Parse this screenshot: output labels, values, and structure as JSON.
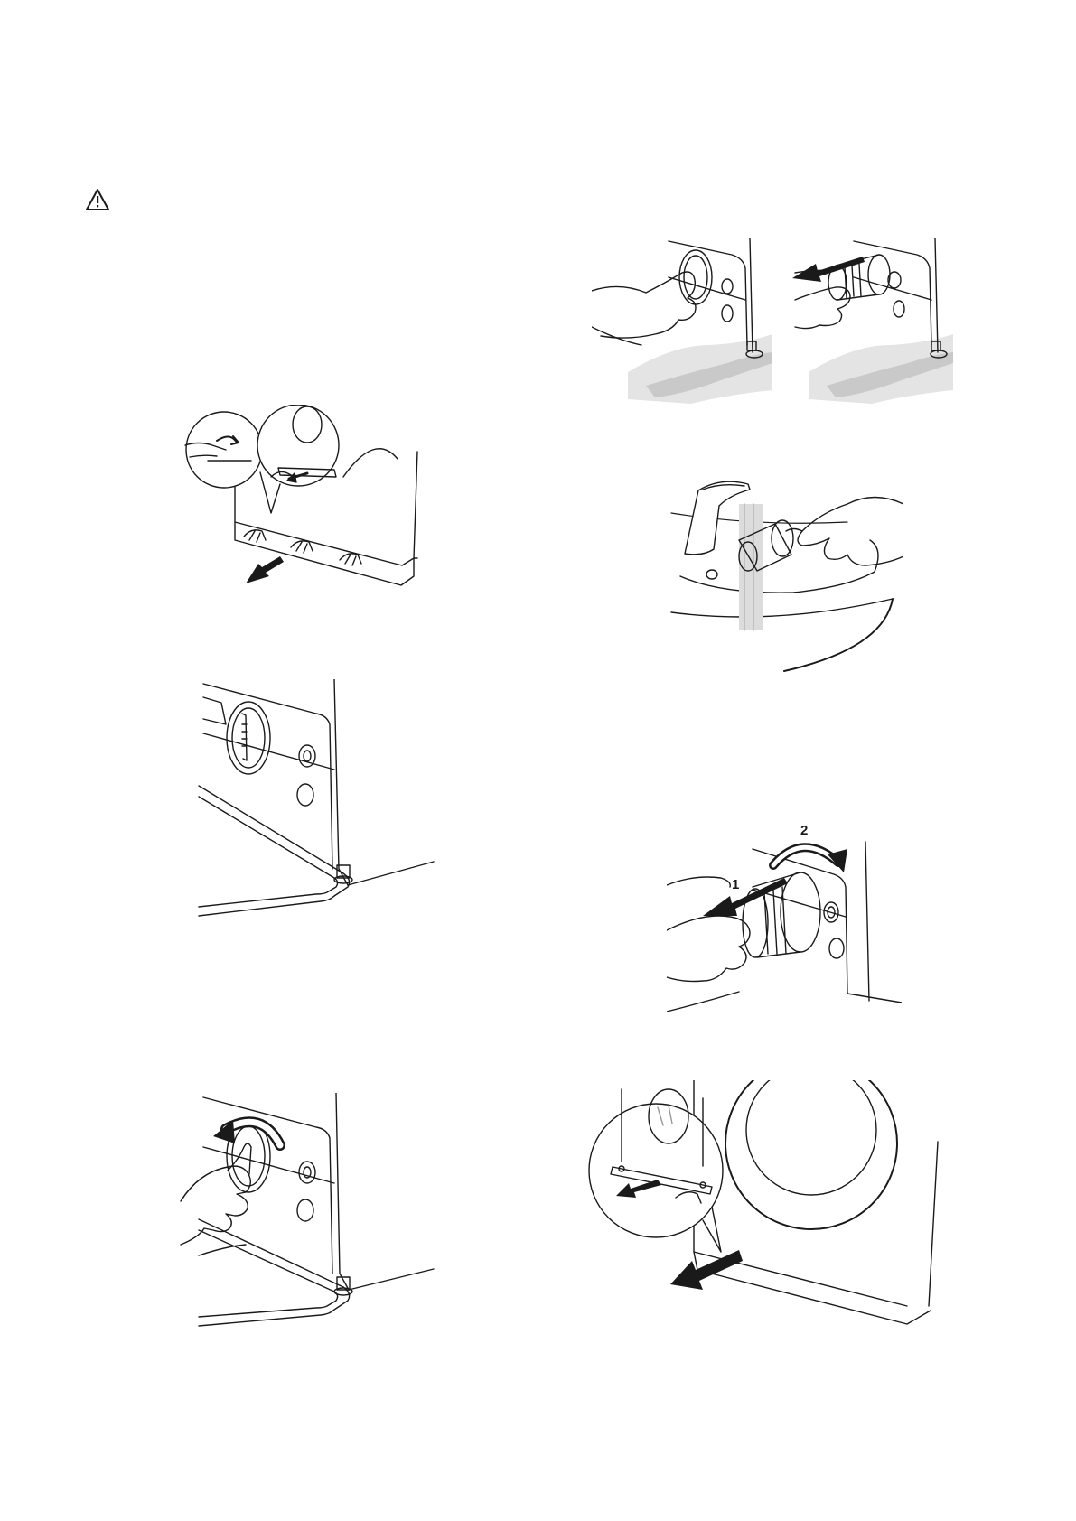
{
  "page": {
    "icons": {
      "warning": "warning-triangle-icon"
    },
    "figures": [
      {
        "id": "fig-open-kickplate",
        "name": "open-kickplate-figure"
      },
      {
        "id": "fig-container-under-filter",
        "name": "container-under-filter-figure"
      },
      {
        "id": "fig-turn-filter-left",
        "name": "turn-filter-counterclockwise-figure"
      },
      {
        "id": "fig-pull-filter-out",
        "name": "pull-filter-out-figure"
      },
      {
        "id": "fig-rinse-filter",
        "name": "rinse-filter-under-tap-figure"
      },
      {
        "id": "fig-reinsert-filter",
        "name": "reinsert-filter-figure"
      },
      {
        "id": "fig-close-kickplate",
        "name": "close-kickplate-figure"
      }
    ],
    "step_labels": {
      "push_in": "1",
      "turn_right": "2"
    },
    "colors": {
      "line": "#1a1a1a",
      "water": "#cfcfcf",
      "background": "#ffffff"
    }
  }
}
